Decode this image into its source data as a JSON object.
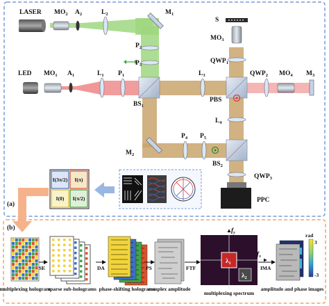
{
  "labels": {
    "laser": "LASER",
    "mo2": "MO",
    "mo2_sub": "2",
    "a2": "A",
    "a2_sub": "2",
    "l2": "L",
    "l2_sub": "2",
    "m1": "M",
    "m1_sub": "1",
    "s": "S",
    "mo3": "MO",
    "mo3_sub": "3",
    "qwp1": "QWP",
    "qwp1_sub": "1",
    "p2": "P",
    "p2_sub": "2",
    "p3": "P",
    "p3_sub": "3",
    "led": "LED",
    "mo1": "MO",
    "mo1_sub": "1",
    "a1": "A",
    "a1_sub": "1",
    "l1": "L",
    "l1_sub": "1",
    "p1": "P",
    "p1_sub": "1",
    "bs1": "BS",
    "bs1_sub": "1",
    "l3": "L",
    "l3_sub": "3",
    "pbs": "PBS",
    "qwp2": "QWP",
    "qwp2_sub": "2",
    "mo4": "MO",
    "mo4_sub": "4",
    "m3": "M",
    "m3_sub": "3",
    "l4": "L",
    "l4_sub": "4",
    "m2": "M",
    "m2_sub": "2",
    "p4": "P",
    "p4_sub": "4",
    "p5": "P",
    "p5_sub": "5",
    "bs2": "BS",
    "bs2_sub": "2",
    "qwp3": "QWP",
    "qwp3_sub": "3",
    "ppc": "PPC",
    "panel_a": "(a)",
    "panel_b": "(b)",
    "i_3pi2": "I(3π/2)",
    "i_pi": "I(π)",
    "i_0": "I(0)",
    "i_pi2": "I(π/2)"
  },
  "pipeline": {
    "steps": [
      "multiplexing hologram",
      "sparse sub-holograms",
      "phase-shifting holograms",
      "complex amplitude",
      "multiplexing spectrum",
      "amplitude and phase images"
    ],
    "arrows": [
      "SE",
      "DA",
      "PS",
      "FTF",
      "IMA"
    ],
    "lambda1": "λ",
    "lambda1_sub": "1",
    "lambda2": "λ",
    "lambda2_sub": "2",
    "fy": "f",
    "fy_sub": "y",
    "fx": "f",
    "fx_sub": "x",
    "colorbar_title": "rad",
    "colorbar_max": "3",
    "colorbar_min": "-3"
  },
  "colors": {
    "panel_a_border": "#7a9ad6",
    "panel_b_border": "#f0a46e",
    "green_beam": "#9fd77f",
    "red_beam": "#f08c8c",
    "tan_beam": "#c9a56c",
    "block_arrow_orange": "#f6b28b",
    "block_arrow_blue": "#9ab7e3"
  }
}
